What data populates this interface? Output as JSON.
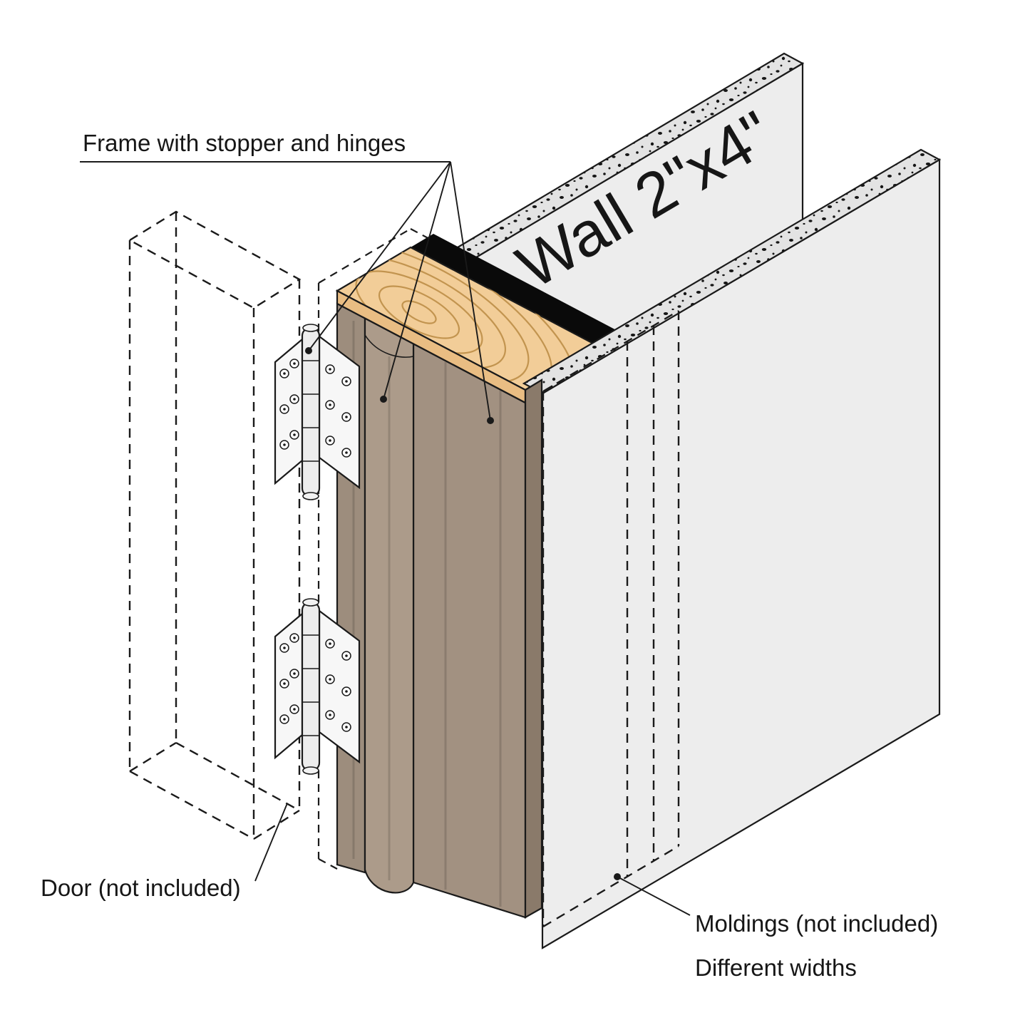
{
  "diagram": {
    "labels": {
      "frame_callout": "Frame with stopper and hinges",
      "wall": "Wall 2\"x4\"",
      "door": "Door (not included)",
      "moldings": "Moldings (not included)",
      "widths": "Different widths"
    },
    "colors": {
      "background": "#ffffff",
      "outline": "#1a1a1a",
      "wall_face": "#ededed",
      "drywall_edge": "#e3e3e3",
      "speckle": "#161616",
      "gap_shadow": "#0a0a0a",
      "wood_top": "#f2cd98",
      "wood_edge": "#e9bd83",
      "wood_grain": "#c2944f",
      "frame_left_board": "#9d8d7d",
      "frame_stopper": "#ac9b8a",
      "frame_right_board": "#a29181",
      "frame_front_edge": "#8a7a6a",
      "hinge_leaf": "#f7f7f7",
      "hinge_barrel": "#ededed"
    }
  }
}
